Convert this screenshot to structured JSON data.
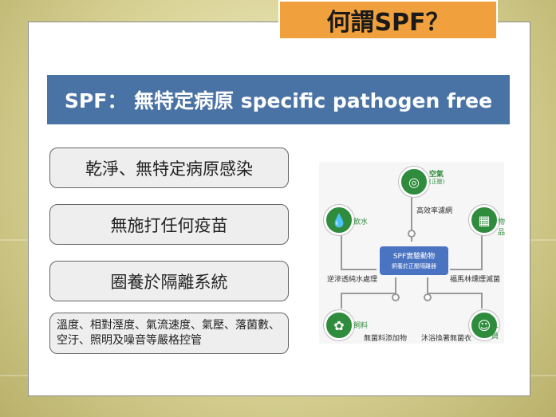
{
  "title": "何謂SPF？",
  "banner": "SPF： 無特定病原 specific pathogen free",
  "points": [
    "乾淨、無特定病原感染",
    "無施打任何疫苗",
    "圈養於隔離系統",
    "溫度、相對溼度、氣流速度、氣壓、落菌數、空汙、照明及噪音等嚴格控管"
  ],
  "diagram": {
    "center_title": "SPF實驗動物",
    "center_sub": "飼養於正壓隔離器",
    "nodes": {
      "air": "空氣",
      "air_sub": "(正壓)",
      "water": "飲水",
      "goods": "物品",
      "feed": "飼料",
      "staff": "人員"
    },
    "labels": {
      "hepa": "高效率濾網",
      "ro": "逆滲透純水處理",
      "formalin": "福馬林燻煙滅菌",
      "sterile_feed": "無菌料添加物",
      "shower": "沐浴換著無菌衣"
    }
  }
}
